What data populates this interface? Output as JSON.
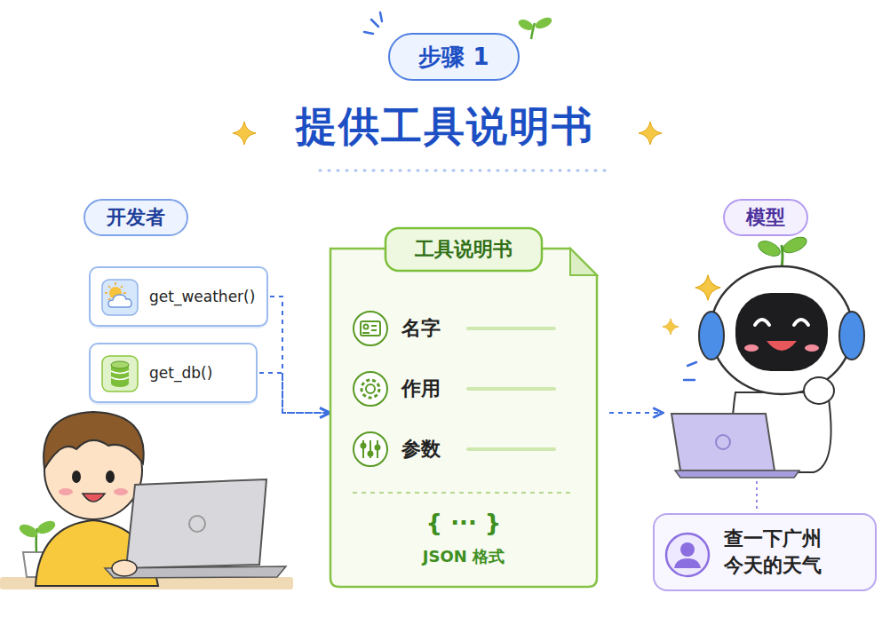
{
  "diagram": {
    "title": "提供工具说明书",
    "nodes": [
      {
        "text": [
          "步骤 1"
        ]
      },
      {
        "text": [
          "开发者"
        ]
      },
      {
        "text": [
          "get_weather()"
        ]
      },
      {
        "text": [
          "get_db()"
        ]
      },
      {
        "text": [
          "工具说明书",
          "名字",
          "作用",
          "参数",
          "{ ··· }",
          "JSON 格式"
        ]
      },
      {
        "text": [
          "模型"
        ]
      },
      {
        "text": [
          "查一下广州 今天的天气"
        ]
      }
    ],
    "edges": [
      {
        "from": 2,
        "to": 4,
        "arrow": "to"
      },
      {
        "from": 3,
        "to": 4,
        "arrow": "to"
      }
    ]
  }
}
